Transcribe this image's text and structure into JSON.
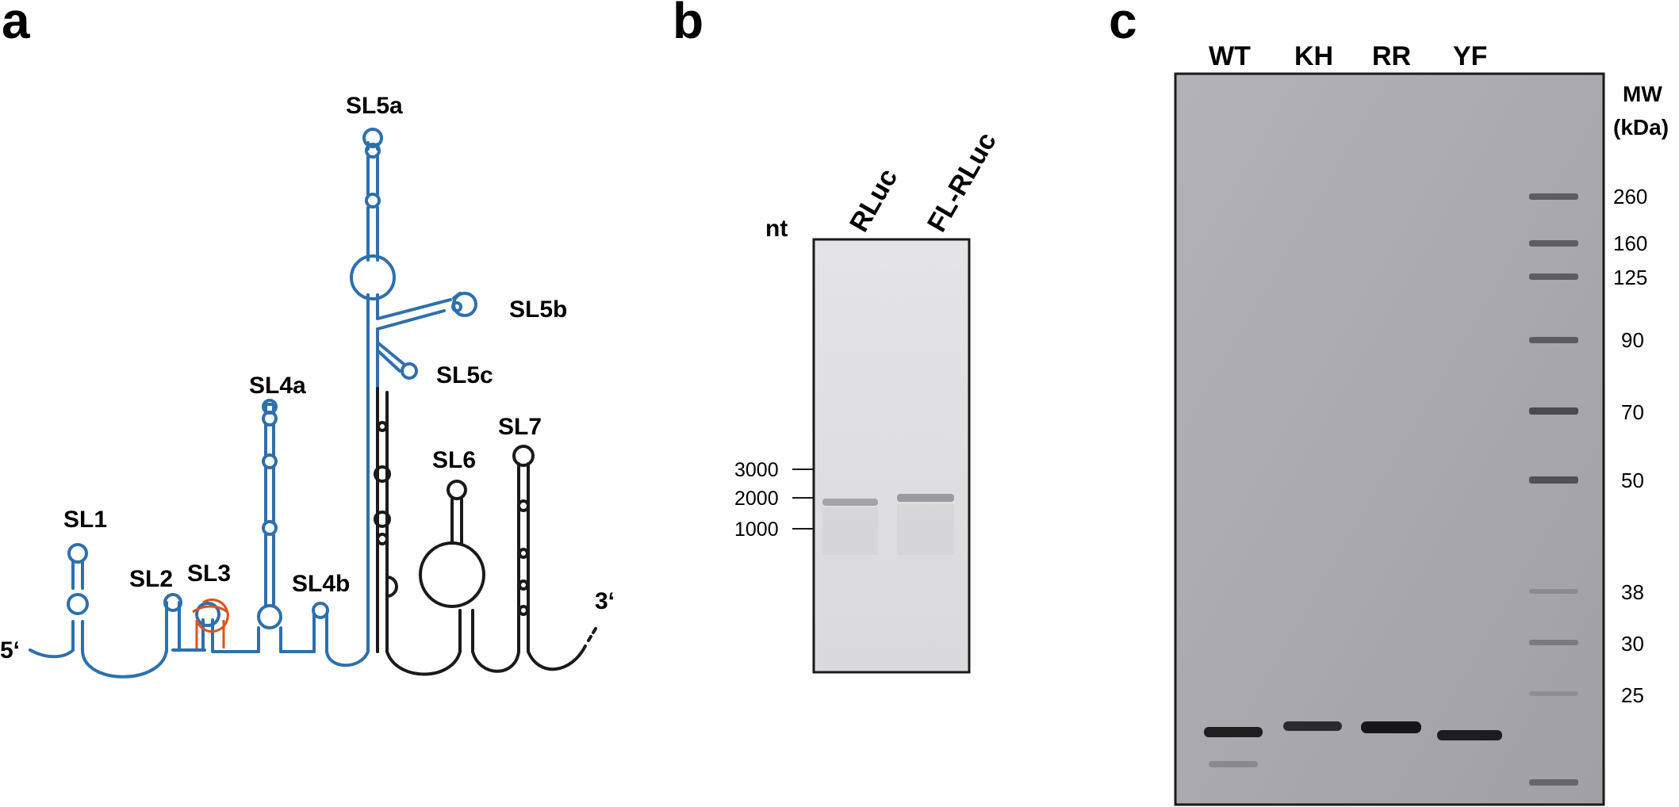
{
  "panels": {
    "a": {
      "letter": "a",
      "end5": "5‘",
      "end3": "3‘",
      "stem_loops": [
        "SL1",
        "SL2",
        "SL3",
        "SL4a",
        "SL4b",
        "SL5a",
        "SL5b",
        "SL5c",
        "SL6",
        "SL7"
      ],
      "colors": {
        "blue": "#2e6fad",
        "black": "#1a1a1a",
        "orange": "#d9531e"
      }
    },
    "b": {
      "letter": "b",
      "unit_label": "nt",
      "lanes": [
        "RLuc",
        "FL-RLuc"
      ],
      "size_markers": [
        "3000",
        "2000",
        "1000"
      ]
    },
    "c": {
      "letter": "c",
      "lanes": [
        "WT",
        "KH",
        "RR",
        "YF"
      ],
      "mw_title_1": "MW",
      "mw_title_2": "(kDa)",
      "mw_markers": [
        "260",
        "160",
        "125",
        "90",
        "70",
        "50",
        "38",
        "30",
        "25"
      ]
    }
  }
}
